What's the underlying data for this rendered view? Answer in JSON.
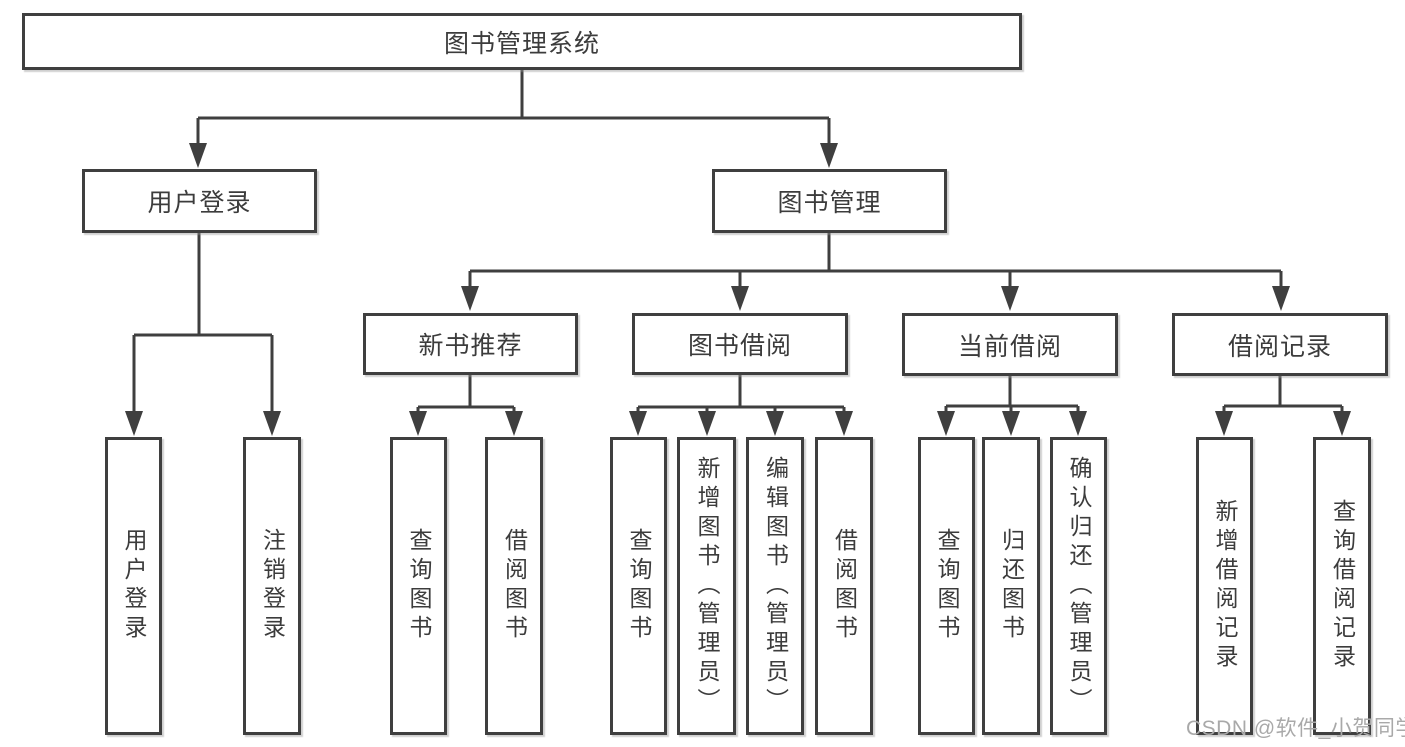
{
  "diagram": {
    "type": "function-structure-tree",
    "colors": {
      "line": "#3f3f3f",
      "box_border": "#3f3f3f",
      "box_background": "#ffffff",
      "text": "#3c3c3c",
      "watermark_text": "#a9a9a9"
    },
    "tree": {
      "label": "图书管理系统",
      "children": [
        {
          "label": "用户登录",
          "children": [
            {
              "label": "用户登录"
            },
            {
              "label": "注销登录"
            }
          ]
        },
        {
          "label": "图书管理",
          "children": [
            {
              "label": "新书推荐",
              "children": [
                {
                  "label": "查询图书"
                },
                {
                  "label": "借阅图书"
                }
              ]
            },
            {
              "label": "图书借阅",
              "children": [
                {
                  "label": "查询图书"
                },
                {
                  "label": "新增图书（管理员）"
                },
                {
                  "label": "编辑图书（管理员）"
                },
                {
                  "label": "借阅图书"
                }
              ]
            },
            {
              "label": "当前借阅",
              "children": [
                {
                  "label": "查询图书"
                },
                {
                  "label": "归还图书"
                },
                {
                  "label": "确认归还（管理员）"
                }
              ]
            },
            {
              "label": "借阅记录",
              "children": [
                {
                  "label": "新增借阅记录"
                },
                {
                  "label": "查询借阅记录"
                }
              ]
            }
          ]
        }
      ]
    },
    "watermark": "CSDN @软件_小贺同学"
  }
}
